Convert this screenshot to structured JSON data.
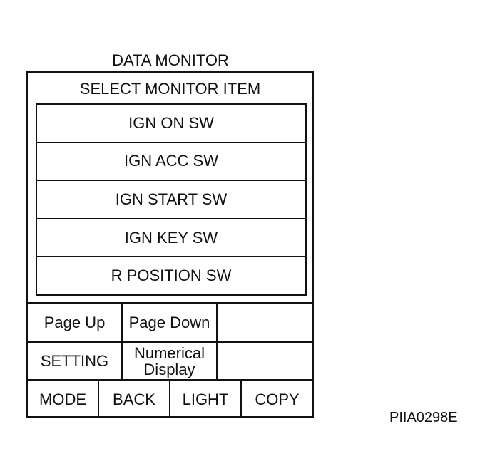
{
  "header": {
    "title": "DATA MONITOR"
  },
  "panel": {
    "subtitle": "SELECT MONITOR ITEM",
    "items": [
      {
        "label": "IGN ON SW"
      },
      {
        "label": "IGN ACC SW"
      },
      {
        "label": "IGN START SW"
      },
      {
        "label": "IGN KEY SW"
      },
      {
        "label": "R POSITION SW"
      }
    ]
  },
  "controls": {
    "page_up": "Page Up",
    "page_down": "Page Down",
    "setting": "SETTING",
    "numerical_display": "Numerical Display",
    "mode": "MODE",
    "back": "BACK",
    "light": "LIGHT",
    "copy": "COPY"
  },
  "figure_code": "PIIA0298E"
}
